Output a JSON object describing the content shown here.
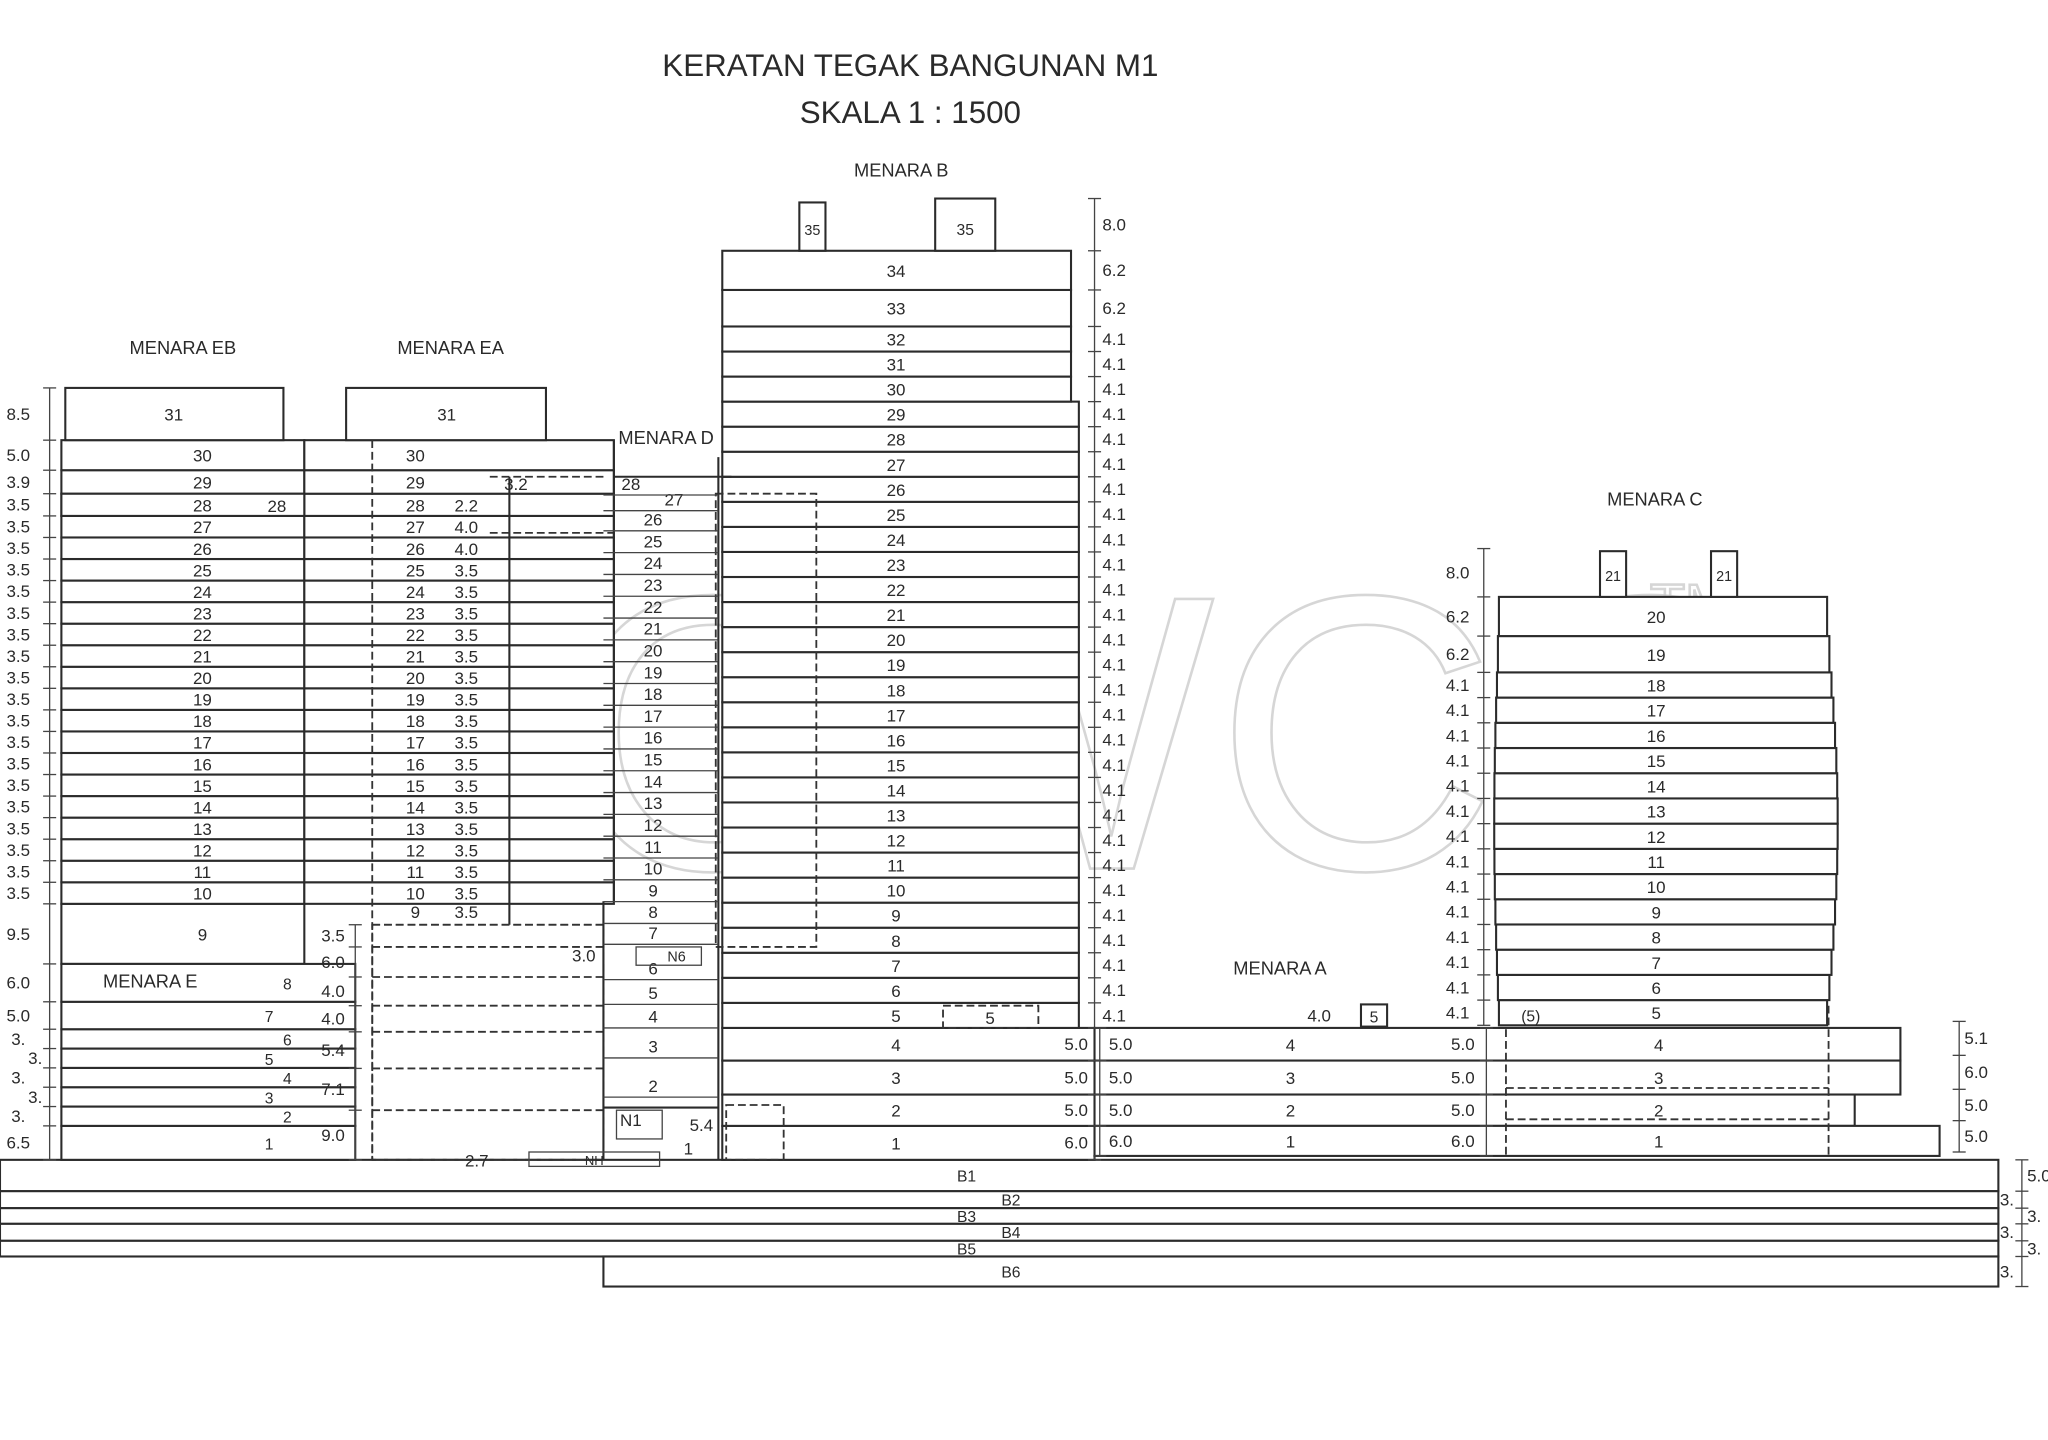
{
  "title": {
    "line1": "KERATAN TEGAK BANGUNAN M1",
    "line2": "SKALA 1 : 1500"
  },
  "watermark": {
    "text": "MCWCO",
    "tm": "TM"
  },
  "highlight_color": "#f05050",
  "labels": {
    "menara_eb": "MENARA EB",
    "menara_ea": "MENARA EA",
    "menara_d": "MENARA D",
    "menara_b": "MENARA B",
    "menara_c": "MENARA C",
    "menara_a": "MENARA A",
    "menara_e": "MENARA E"
  },
  "menara_b": {
    "floors": [
      "1",
      "2",
      "3",
      "4",
      "5",
      "6",
      "7",
      "8",
      "9",
      "10",
      "11",
      "12",
      "13",
      "14",
      "15",
      "16",
      "17",
      "18",
      "19",
      "20",
      "21",
      "22",
      "23",
      "24",
      "25",
      "26",
      "27",
      "28",
      "29",
      "30",
      "31",
      "32",
      "33",
      "34"
    ],
    "roof": [
      "35",
      "35"
    ],
    "podium_extra": "5",
    "dims": [
      "8.0",
      "6.2",
      "6.2",
      "4.1",
      "4.1",
      "4.1",
      "4.1",
      "4.1",
      "4.1",
      "4.1",
      "4.1",
      "4.1",
      "4.1",
      "4.1",
      "4.1",
      "4.1",
      "4.1",
      "4.1",
      "4.1",
      "4.1",
      "4.1",
      "4.1",
      "4.1",
      "4.1",
      "4.1",
      "4.1",
      "4.1",
      "4.1",
      "4.1",
      "4.1",
      "4.1",
      "5.0",
      "5.0",
      "5.0",
      "6.0"
    ]
  },
  "menara_c": {
    "floors": [
      "5",
      "6",
      "7",
      "8",
      "9",
      "10",
      "11",
      "12",
      "13",
      "14",
      "15",
      "16",
      "17",
      "18",
      "19",
      "20"
    ],
    "roof": [
      "21",
      "21"
    ],
    "extra": "(5)",
    "dims": [
      "8.0",
      "6.2",
      "6.2",
      "4.1",
      "4.1",
      "4.1",
      "4.1",
      "4.1",
      "4.1",
      "4.1",
      "4.1",
      "4.1",
      "4.1",
      "4.1",
      "4.1",
      "4.1",
      "4.1"
    ]
  },
  "podium": {
    "a_floors": [
      "4",
      "3",
      "2",
      "1"
    ],
    "c_floors": [
      "4",
      "3",
      "2",
      "1"
    ],
    "dims_left": [
      "5.0",
      "5.0",
      "5.0",
      "6.0"
    ],
    "dims_mid": [
      "5.0",
      "5.0",
      "5.0",
      "6.0"
    ],
    "dims_right": [
      "5.1",
      "6.0",
      "5.0",
      "5.0"
    ],
    "a_extra_dim": "4.0",
    "a_extra_box": "5"
  },
  "basement": {
    "levels": [
      "B1",
      "B2",
      "B3",
      "B4",
      "B5",
      "B6"
    ],
    "dims": [
      "5.0",
      "3.",
      "3.",
      "3.",
      "3.",
      "3."
    ]
  },
  "menara_eb": {
    "floors": [
      "9",
      "10",
      "11",
      "12",
      "13",
      "14",
      "15",
      "16",
      "17",
      "18",
      "19",
      "20",
      "21",
      "22",
      "23",
      "24",
      "25",
      "26",
      "27",
      "28",
      "29",
      "30"
    ],
    "roof": "31",
    "highlighted_floor": "28",
    "dims": [
      "8.5",
      "5.0",
      "3.9",
      "3.5",
      "3.5",
      "3.5",
      "3.5",
      "3.5",
      "3.5",
      "3.5",
      "3.5",
      "3.5",
      "3.5",
      "3.5",
      "3.5",
      "3.5",
      "3.5",
      "3.5",
      "3.5",
      "3.5",
      "3.5",
      "3.5",
      "9.5",
      "6.0",
      "5.0",
      "3.",
      "3.",
      "3.",
      "3.",
      "3.",
      "6.5"
    ]
  },
  "menara_e": {
    "floors": [
      "1",
      "2",
      "3",
      "4",
      "5",
      "6",
      "7",
      "8"
    ]
  },
  "menara_ea": {
    "floors": [
      "9",
      "10",
      "11",
      "12",
      "13",
      "14",
      "15",
      "16",
      "17",
      "18",
      "19",
      "20",
      "21",
      "22",
      "23",
      "24",
      "25",
      "26",
      "27",
      "28",
      "29",
      "30"
    ],
    "roof": "31",
    "inner_dims": [
      "3.5",
      "3.5",
      "3.5",
      "3.5",
      "3.5",
      "3.5",
      "3.5",
      "3.5",
      "3.5",
      "3.5",
      "3.5",
      "3.5",
      "3.5",
      "3.5",
      "3.5",
      "3.5",
      "3.5",
      "4.0",
      "4.0",
      "2.2"
    ],
    "extra_dim": "3.2",
    "lower_dims": [
      "3.5",
      "6.0",
      "4.0",
      "4.0",
      "5.4",
      "7.1",
      "9.0"
    ]
  },
  "menara_d": {
    "floors": [
      "1",
      "N1",
      "2",
      "3",
      "4",
      "5",
      "6",
      "7",
      "8",
      "9",
      "10",
      "11",
      "12",
      "13",
      "14",
      "15",
      "16",
      "17",
      "18",
      "19",
      "20",
      "21",
      "22",
      "23",
      "24",
      "25",
      "26",
      "27",
      "28"
    ],
    "n6": "N6",
    "n6_dim": "3.0",
    "n1_dim": "5.4",
    "nh": "NH",
    "nh_dim": "2.7"
  }
}
